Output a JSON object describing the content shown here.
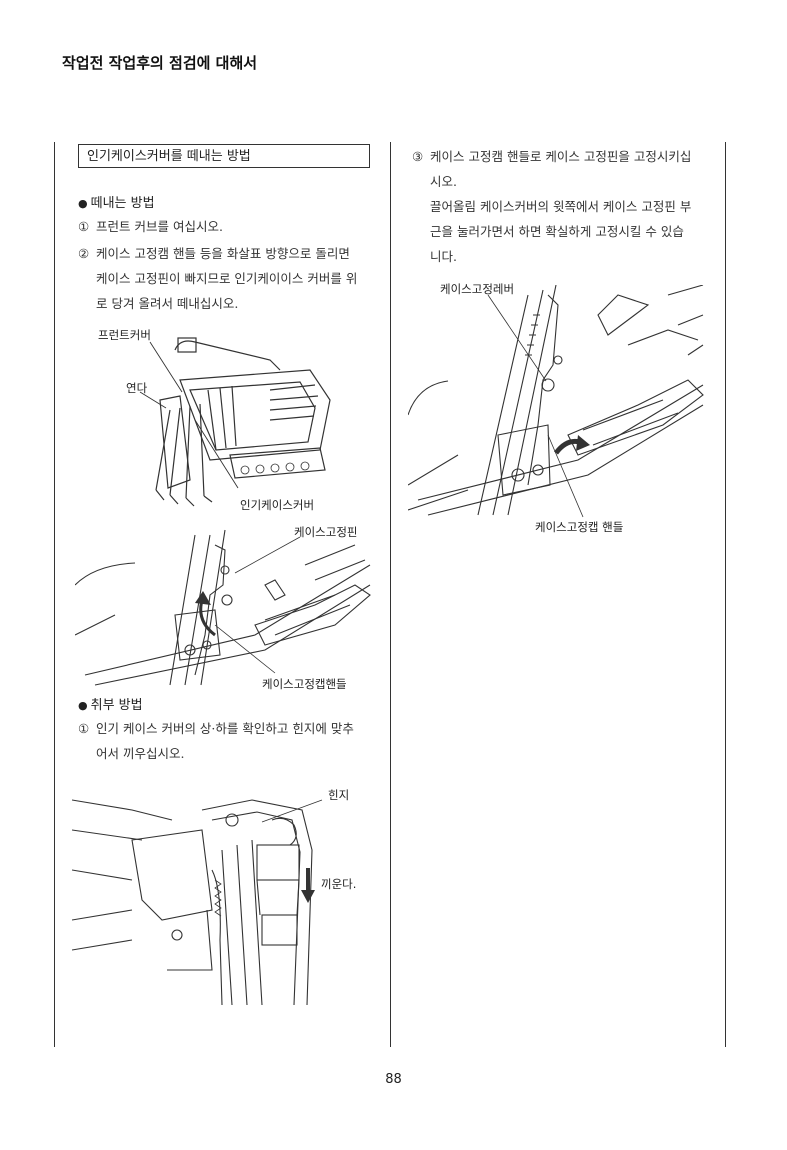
{
  "header": {
    "title": "작업전 작업후의 점검에 대해서"
  },
  "left": {
    "section_title": "인기케이스커버를 떼내는 방법",
    "remove": {
      "heading": "떼내는 방법",
      "step1_num": "①",
      "step1": "프런트 커브를 여십시오.",
      "step2_num": "②",
      "step2_line1": "케이스 고정캠 핸들 등을 화살표 방향으로 돌리면",
      "step2_line2": "케이스 고정핀이 빠지므로 인기케이이스 커버를 위",
      "step2_line3": "로 당겨 올려서 떼내십시오."
    },
    "fig1": {
      "label_front_cover": "프런트커버",
      "label_lifter": "연다",
      "label_case_cover": "인기케이스커버"
    },
    "fig2": {
      "label_pin": "케이스고정핀",
      "label_handle": "케이스고정캡핸들"
    },
    "install": {
      "heading": "취부 방법",
      "step1_num": "①",
      "step1_line1": "인기 케이스 커버의 상·하를 확인하고 힌지에 맞추",
      "step1_line2": "어서 끼우십시오."
    },
    "fig3": {
      "label_hinge": "힌지",
      "label_insert": "끼운다."
    }
  },
  "right": {
    "step3_num": "③",
    "step3_line1": "케이스 고정캠 핸들로 케이스 고정핀을 고정시키십",
    "step3_line2": "시오.",
    "note_line1": "끌어올림 케이스커버의 윗쪽에서 케이스 고정핀 부",
    "note_line2": "근을 눌러가면서 하면 확실하게 고정시킬 수 있습",
    "note_line3": "니다.",
    "fig4": {
      "label_lever": "케이스고정레버",
      "label_handle": "케이스고정캡 핸들"
    }
  },
  "footer": {
    "page_number": "88"
  }
}
